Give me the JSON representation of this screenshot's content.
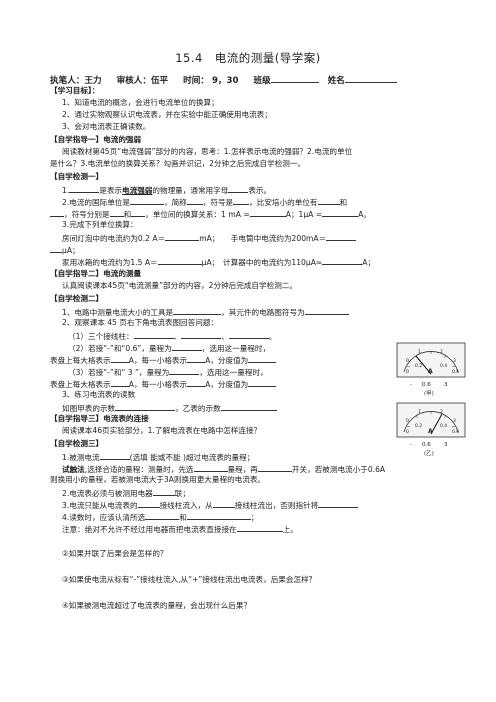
{
  "title": "15.4　电流的测量(导学案)",
  "header": {
    "author_label": "执笔人：王力",
    "reviewer_label": "审核人：伍平",
    "time_label": "时间：",
    "time_value": "9，30",
    "class_label": "班级",
    "name_label": "姓名"
  },
  "goals": {
    "heading": "【学习目标】：",
    "items": [
      "1、知道电流的概念，会进行电流单位的换算；",
      "2、通过实物观察认识电流表，并在实验中能正确使用电流表；",
      "3、会对电流表正确读数。"
    ]
  },
  "guide1": {
    "heading": "【自学指导一】电流的强弱",
    "text1": "阅读教材第45页“电流强弱”部分的内容，思考：1.怎样表示电流的强弱？2.电流的单位",
    "text2": "是什么？3.电流单位的换算关系？勾画并识记，2分钟之后完成自学检测一。"
  },
  "check1": {
    "heading": "【自学检测一】",
    "q1_pre": "1.",
    "q1_mid": "是表示",
    "q1_key": "电流强弱",
    "q1_post": "的物理量，通常用字母",
    "q1_end": "表示。",
    "q2_a": "2.电流的国际单位是",
    "q2_b": "，简称",
    "q2_c": "，符号是",
    "q2_d": "，比安培小的单位有",
    "q2_e": "和",
    "q3_a": "，符号分别是",
    "q3_b": "和",
    "q3_c": "，单位间的换算关系：1 mA =",
    "q3_d": "A；1μA =",
    "q3_e": "A。",
    "q4": "3.完成下列单位换算：",
    "q5_a": "房间灯泡中的电流约为0.2 A＝",
    "q5_b": "mA；　　手电筒中电流约为200mA＝",
    "q6_a": "μA；",
    "q7_a": "家用冰箱的电流约为1.5 A＝",
    "q7_b": "μA；　计算器中的电流约为110μA≈",
    "q7_c": "A；"
  },
  "guide2": {
    "heading": "【自学指导二】电流的测量",
    "text": "认真阅读课本45页“电流测量”部分的内容，2分钟后完成自学检测二。"
  },
  "check2": {
    "heading": "【自学检测二】",
    "q1_a": "1、电路中测量电流大小的工具是",
    "q1_b": "，其元件的电路图符号为",
    "q2": "2、观察课本 45 页右下角电流表图回答问题：",
    "q3_a": "（1）三个接线柱：",
    "q3_b": "、",
    "q3_c": "、",
    "q3_d": "。",
    "q4_a": "（2）若接“-”和“0.6”，量程为",
    "q4_b": "，选用这一量程时，",
    "q5_a": "表盘上每大格表示",
    "q5_b": "A，每一小格表示",
    "q5_c": "A，分度值为",
    "q6_a": "（3）若接“-”和“ 3 ”，量程为",
    "q6_b": "，选用这一量程时，",
    "q7_a": "表盘上每大格表示",
    "q7_b": "A，每一小格表示",
    "q7_c": "A，分度值为",
    "q8": "3、练习电流表的读数",
    "q9_a": "如图甲表的示数",
    "q9_b": "，乙表的示数",
    "meter_a_label": "(甲)",
    "meter_b_label": "(乙)",
    "meter_terms": [
      "-",
      "0.6",
      "3"
    ],
    "meter_top_scale": [
      "0",
      "1",
      "2",
      "3"
    ],
    "meter_bottom_scale": [
      "0",
      "0.2",
      "0.4",
      "0.6"
    ],
    "meter_unit": "A"
  },
  "guide3": {
    "heading": "【自学指导三】电流表的连接",
    "text": "阅读课本46页实验部分，1.了解电流表在电路中怎样连接？"
  },
  "check3": {
    "heading": "【自学检测三】",
    "q1_a": "1.被测电流",
    "q1_b": "(选填 能或不能 )超过电流表的量程；",
    "q2_a": "试触法",
    "q2_b": ",选择合适的量程：测量时，先选",
    "q2_c": "量程，再",
    "q2_d": "开关，若被测电流小于0.6A",
    "q3": "则换用小的量程，若被测电流大于3A则换用更大量程的电流表。",
    "q4_a": "2.电流表必须与被测用电器",
    "q4_b": "联；",
    "q5_a": "3.电流只能从电流表的",
    "q5_b": "接线柱流入，从",
    "q5_c": "接线柱流出，否则指针将",
    "q6_a": "4.读数时，应该认清所选",
    "q6_b": "和",
    "q6_c": "；",
    "q7_a": "注意：绝对不允许不经过用电器而把电流表直接接在",
    "q7_b": "上。",
    "n1": "②如果并联了后果会是怎样的？",
    "n2": "③如果使电流从标有“-”接线柱流入,从“+”接线柱流出电流表，后果会怎样？",
    "n3": "④如果被测电流超过了电流表的量程，会出现什么后果？"
  }
}
